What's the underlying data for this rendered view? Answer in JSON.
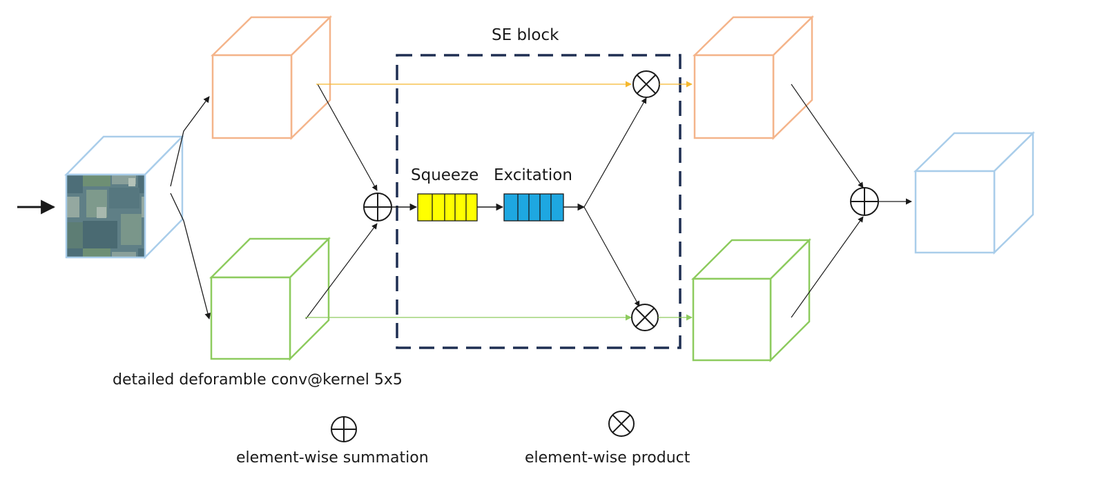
{
  "labels": {
    "se_block": "SE block",
    "squeeze": "Squeeze",
    "excitation": "Excitation",
    "branch_caption": "detailed deforamble conv@kernel 5x5",
    "legend_sum": "element-wise summation",
    "legend_product": "element-wise product"
  },
  "colors": {
    "input_cube": "#a9cdea",
    "upper_branch": "#f4b48a",
    "lower_branch": "#8dcb5e",
    "output_cube": "#a9cdea",
    "se_border": "#1f2f52",
    "squeeze_fill": "#ffff00",
    "excitation_fill": "#1ea7e1",
    "upper_arrow": "#f5b82e",
    "lower_arrow": "#8dcb5e",
    "line": "#1a1a1a"
  },
  "symbols": {
    "sum": "element-wise summation symbol (circle-plus)",
    "product": "element-wise product symbol (circle-times)"
  }
}
